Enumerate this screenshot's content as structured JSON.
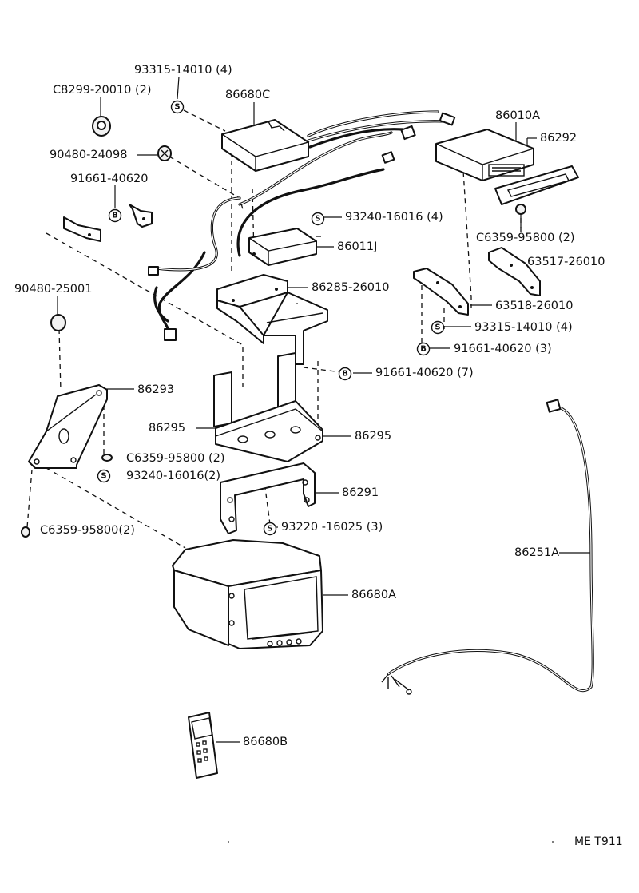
{
  "labels": {
    "p93315_14010_top": "93315-14010 (4)",
    "p86680C": "86680C",
    "pC8299_20010": "C8299-20010 (2)",
    "p86010A": "86010A",
    "p86292": "86292",
    "p90480_24098": "90480-24098",
    "p91661_40620": "91661-40620",
    "p93240_16016_4": "93240-16016 (4)",
    "p86011J": "86011J",
    "pC6359_95800_top": "C6359-95800 (2)",
    "p63517_26010": "63517-26010",
    "p90480_25001": "90480-25001",
    "p86285_26010": "86285-26010",
    "p63518_26010": "63518-26010",
    "p93315_14010_mid": "93315-14010 (4)",
    "p91661_40620_3": "91661-40620 (3)",
    "p91661_40620_7": "91661-40620 (7)",
    "p86293": "86293",
    "p86295_left": "86295",
    "p86295_right": "86295",
    "pC6359_95800_mid": "C6359-95800 (2)",
    "p93240_16016_2": "93240-16016(2)",
    "p86291": "86291",
    "pC6359_95800_low": "C6359-95800(2)",
    "p93220_16025": "93220 -16025 (3)",
    "p86251A": "86251A",
    "p86680A": "86680A",
    "p86680B": "86680B"
  },
  "symbols": {
    "screw": "S",
    "bolt": "B"
  },
  "corner_code": "ME T911"
}
